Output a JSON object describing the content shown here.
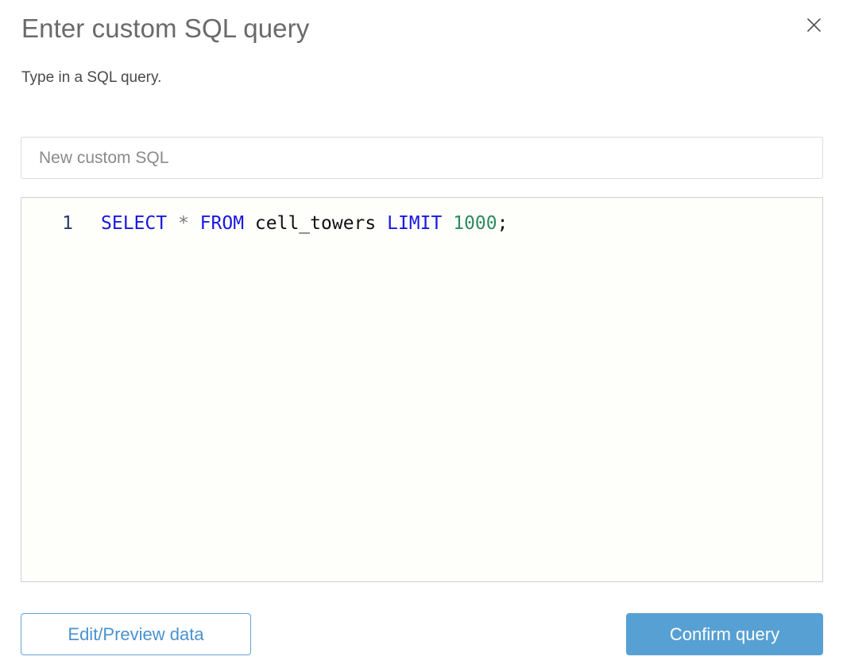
{
  "dialog": {
    "title": "Enter custom SQL query",
    "subtitle": "Type in a SQL query.",
    "close_icon": "close-icon"
  },
  "name_field": {
    "value": "New custom SQL",
    "placeholder": "New custom SQL"
  },
  "editor": {
    "line_number": "1",
    "tokens": [
      {
        "text": "SELECT",
        "type": "keyword"
      },
      {
        "text": " ",
        "type": "plain"
      },
      {
        "text": "*",
        "type": "operator"
      },
      {
        "text": " ",
        "type": "plain"
      },
      {
        "text": "FROM",
        "type": "keyword"
      },
      {
        "text": " ",
        "type": "plain"
      },
      {
        "text": "cell_towers",
        "type": "ident"
      },
      {
        "text": " ",
        "type": "plain"
      },
      {
        "text": "LIMIT",
        "type": "keyword"
      },
      {
        "text": " ",
        "type": "plain"
      },
      {
        "text": "1000",
        "type": "number"
      },
      {
        "text": ";",
        "type": "punct"
      }
    ],
    "full_text": "SELECT * FROM cell_towers LIMIT 1000;",
    "tok_select": "SELECT",
    "tok_star": "*",
    "tok_from": "FROM",
    "tok_table": "cell_towers",
    "tok_limit": "LIMIT",
    "tok_number": "1000",
    "tok_semicolon": ";",
    "space": " "
  },
  "footer": {
    "edit_preview_label": "Edit/Preview data",
    "confirm_label": "Confirm query"
  },
  "colors": {
    "accent_blue": "#57a0d3",
    "outline_blue": "#64a3d8",
    "keyword_blue": "#1a18e0",
    "number_green": "#2f8b5f",
    "title_gray": "#6a6a6a",
    "border_gray": "#dcdcdc",
    "editor_bg": "#fefefb"
  }
}
